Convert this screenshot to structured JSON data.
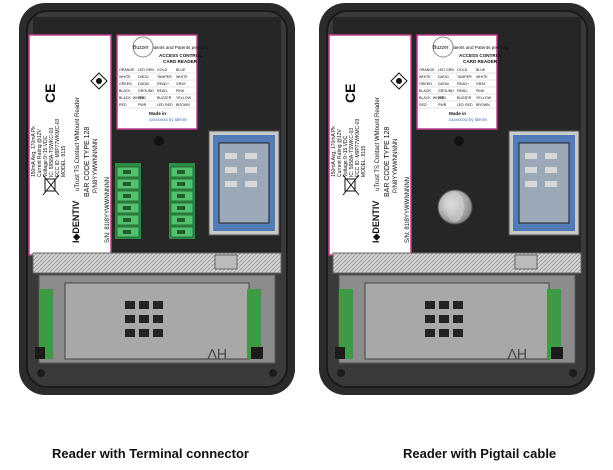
{
  "captions": {
    "left": "Reader with Terminal connector",
    "right": "Reader with Pigtail cable"
  },
  "label": {
    "brand": "I◆DENTIV",
    "product": "uTrust TS Contact WMount Reader",
    "barcode_type": "BAR CODE TYPE 128",
    "barcode_value": "P/N8YYWWNNNNN",
    "sn": "S/N: 81I8YYWWNNNNN",
    "model": "MODEL: 8115",
    "fcc": "FCC ID: M9P77WKMC-03",
    "ic": "IC: 5958A-TSWKC-03",
    "voltage": "Voltage:9~15 VDC",
    "current": "Current Rating @12V",
    "current_value": "150mA Avg, 170mA Pk",
    "patents": "Patents and Patents pending",
    "access_line1": "ACCESS CONTROL",
    "access_line2": "CARD READER",
    "made_in": "Made in",
    "made_in_country": "xxxxxxxxx by Identiv",
    "buzzer": "Buzzer",
    "ce": "CE"
  },
  "wire_table": [
    [
      "ORANGE",
      "LED GRN",
      "GOLD",
      "BLUE"
    ],
    [
      "WHITE",
      "DATA1",
      "TAMPER",
      "WHITE"
    ],
    [
      "GREEN",
      "DATA0",
      "READ+",
      "GRAY"
    ],
    [
      "BLACK",
      "GROUND",
      "READ-",
      "PINK"
    ],
    [
      "BLACK  WHITE",
      "GND",
      "BUZZER",
      "YELLOW"
    ],
    [
      "RED",
      "PWR",
      "LED RED",
      "BROWN"
    ]
  ],
  "connector": {
    "marking": "HV"
  },
  "colors": {
    "housing": "#2b2b2b",
    "pcb_green": "#3f9a45",
    "terminal_green": "#54c06e",
    "sim_blue": "#3d6fb5",
    "label_magenta": "#c0398f"
  }
}
